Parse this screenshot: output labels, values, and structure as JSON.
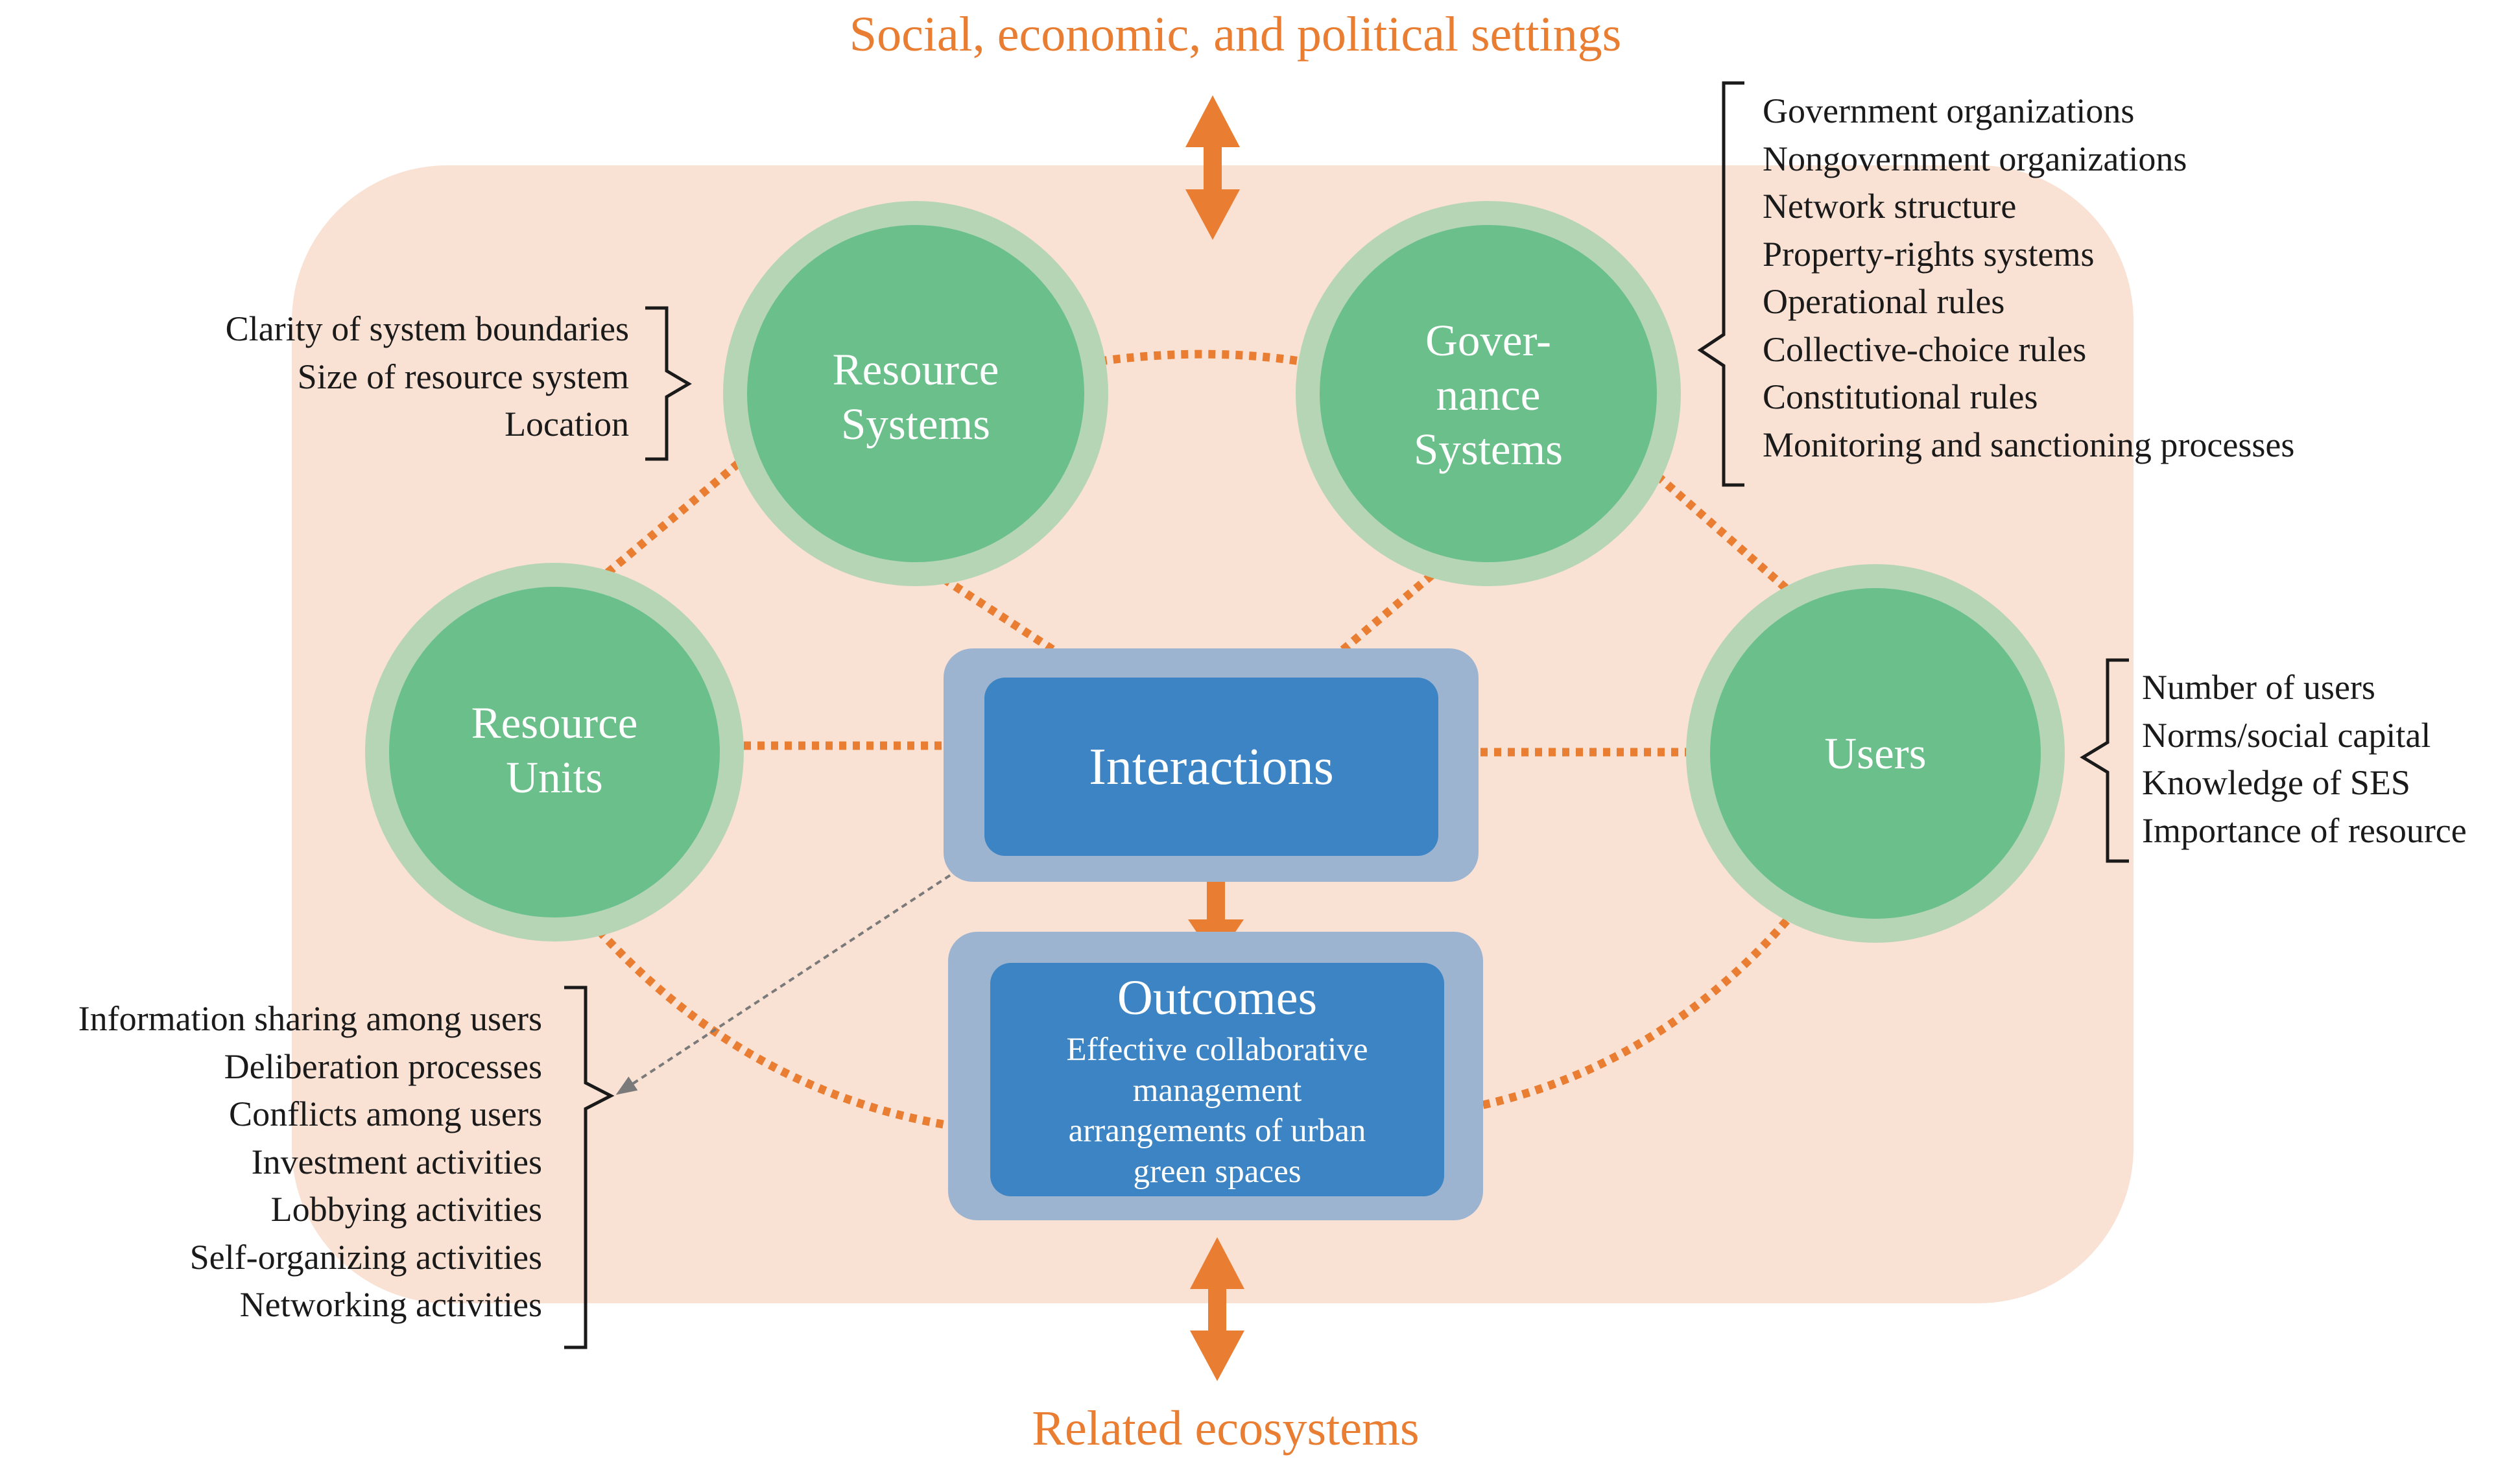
{
  "colors": {
    "accent": "#E97E33",
    "panel": "#F9E1D3",
    "circle_fill": "#6ABF8B",
    "circle_ring": "#B5D5B5",
    "box_fill": "#3C84C3",
    "box_outer": "#9DB4D1"
  },
  "top_label": "Social, economic, and political settings",
  "bottom_label": "Related ecosystems",
  "nodes": {
    "resource_systems": [
      "Resource",
      "Systems"
    ],
    "governance_systems": [
      "Gover-",
      "nance",
      "Systems"
    ],
    "resource_units": [
      "Resource",
      "Units"
    ],
    "users": [
      "Users"
    ]
  },
  "interactions": {
    "title": "Interactions"
  },
  "outcomes": {
    "title": "Outcomes",
    "description": [
      "Effective collaborative",
      "management",
      "arrangements of urban",
      "green spaces"
    ]
  },
  "attributes": {
    "resource_systems": [
      "Clarity of system boundaries",
      "Size of resource system",
      "Location"
    ],
    "governance_systems": [
      "Government organizations",
      "Nongovernment organizations",
      "Network structure",
      "Property-rights systems",
      "Operational rules",
      "Collective-choice rules",
      "Constitutional rules",
      "Monitoring and sanctioning processes"
    ],
    "users": [
      "Number of users",
      "Norms/social capital",
      "Knowledge of SES",
      "Importance of resource"
    ],
    "interactions": [
      "Information sharing among users",
      "Deliberation processes",
      "Conflicts among users",
      "Investment activities",
      "Lobbying activities",
      "Self-organizing activities",
      "Networking activities"
    ]
  }
}
